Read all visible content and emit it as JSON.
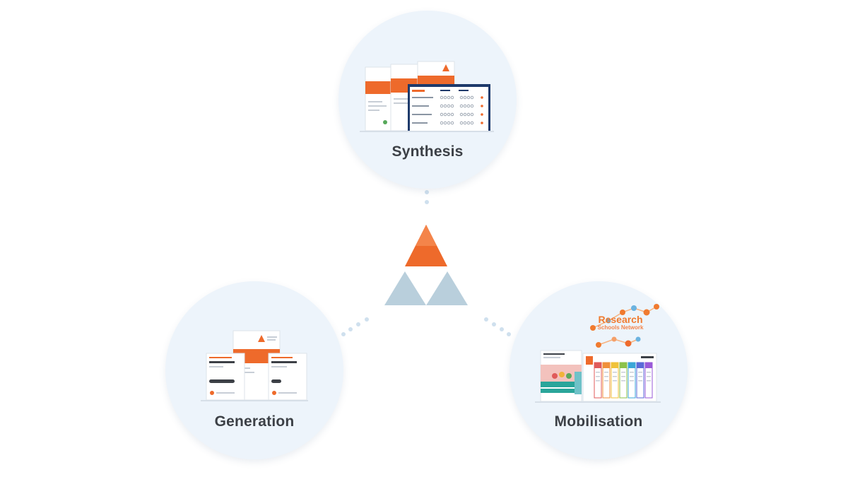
{
  "nodes": {
    "synthesis": {
      "label": "Synthesis"
    },
    "generation": {
      "label": "Generation"
    },
    "mobilisation": {
      "label": "Mobilisation",
      "network_badge": {
        "line1": "Research",
        "line2": "Schools Network"
      }
    }
  },
  "colors": {
    "circle_fill": "#edf4fb",
    "accent_orange": "#ee6a2b",
    "accent_orange_light": "#f4844a",
    "logo_blue": "#b9cfdc",
    "navy": "#1e3a6b",
    "connector_dots": "#cfe0ee",
    "label_text": "#3c4046"
  },
  "center_logo": {
    "icon": "triangle-logo-icon"
  }
}
